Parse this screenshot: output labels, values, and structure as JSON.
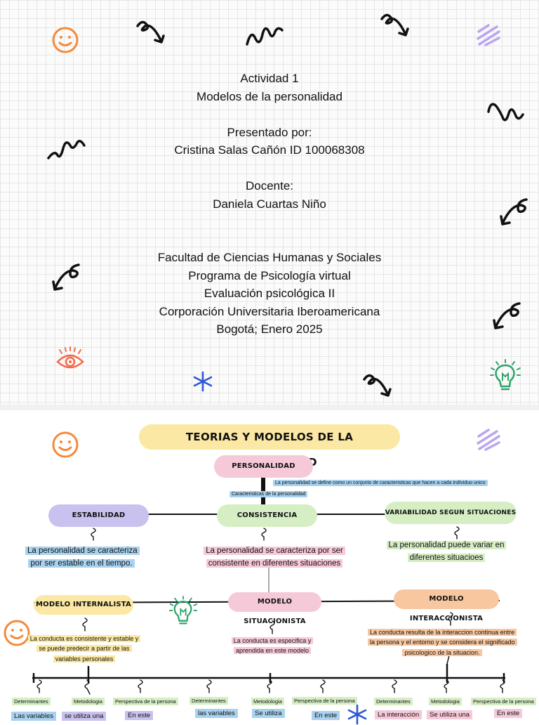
{
  "cover": {
    "lines": [
      "Actividad 1",
      "Modelos de la personalidad",
      "",
      "Presentado por:",
      "Cristina Salas Cañón ID 100068308",
      "",
      "Docente:",
      "Daniela Cuartas Niño",
      "",
      "",
      "Facultad de Ciencias Humanas y Sociales",
      "Programa de Psicología virtual",
      "Evaluación psicológica II",
      "Corporación Universitaria Iberoamericana",
      "Bogotá; Enero 2025"
    ]
  },
  "mindmap": {
    "title": "TEORIAS Y MODELOS DE LA PERSONALIDAD",
    "root": "PERSONALIDAD",
    "root_definition": "La personalidad se define como un conjunto de caracteristicas que hacen a cada individuo unico",
    "root_characteristics_tag": "Caracteristicas de la personalidad",
    "characteristics": [
      {
        "label": "ESTABILIDAD",
        "description": "La personalidad se caracteriza por ser estable en el tiempo.",
        "color": "#c9c2ef",
        "desc_color": "#a9d2ef"
      },
      {
        "label": "CONSISTENCIA",
        "description": "La personalidad se caracteriza por ser consistente en diferentes situaciones",
        "color": "#d6eec4",
        "desc_color": "#f6c9d8"
      },
      {
        "label": "VARIABILIDAD SEGUN SITUACIONES",
        "description": "La personalidad puede variar en diferentes situacioes",
        "color": "#d6eec4",
        "desc_color": "#d6eec4"
      }
    ],
    "models": [
      {
        "label": "MODELO INTERNALISTA",
        "description": "La conducta es consistente y estable y se puede predecir a partir de las variables personales",
        "color": "#fbe8a4",
        "desc_color": "#fbe8a4"
      },
      {
        "label": "MODELO SITUACIONISTA",
        "description": "La conducta es especifica y aprendida en este modelo",
        "color": "#f6c9d8",
        "desc_color": "#f6c9d8"
      },
      {
        "label": "MODELO INTERACCIONISTA",
        "description": "La conducta resulta de la interaccion continua entre la persona y el entorno y se considera el significado psicologico de la situacion.",
        "color": "#f8c79f",
        "desc_color": "#f8c79f"
      }
    ],
    "bottom_tags": [
      {
        "label": "Determinantes",
        "color": "#d6eec4"
      },
      {
        "label": "Metodologia",
        "color": "#d6eec4"
      },
      {
        "label": "Perspectiva de la persona",
        "color": "#d6eec4"
      },
      {
        "label": "Determinantes",
        "color": "#d6eec4"
      },
      {
        "label": "Metodologia",
        "color": "#d6eec4"
      },
      {
        "label": "Perspectiva de la persona",
        "color": "#d6eec4"
      },
      {
        "label": "Determinantes",
        "color": "#d6eec4"
      },
      {
        "label": "Metodologia",
        "color": "#d6eec4"
      },
      {
        "label": "Perspectiva de la persona",
        "color": "#d6eec4"
      }
    ],
    "bottom_texts": [
      {
        "label": "Las variables",
        "color": "#a9d2ef"
      },
      {
        "label": "se utiliza una",
        "color": "#c9c2ef"
      },
      {
        "label": "En este",
        "color": "#c9c2ef"
      },
      {
        "label": "las variables",
        "color": "#a9d2ef"
      },
      {
        "label": "Se utiliza",
        "color": "#a9d2ef"
      },
      {
        "label": "En este",
        "color": "#a9d2ef"
      },
      {
        "label": "La interacción",
        "color": "#f6c9d8"
      },
      {
        "label": "Se utiliza una",
        "color": "#f6c9d8"
      },
      {
        "label": "En este",
        "color": "#f6c9d8"
      }
    ]
  },
  "icons": [
    "smiley-icon",
    "squiggle-arrow-icon",
    "squiggle-icon",
    "curl-arrow-icon",
    "eye-icon",
    "lightbulb-icon",
    "sparkle-star-icon",
    "scribble-icon"
  ],
  "colors": {
    "orange": "#f58a3a",
    "purple": "#b9a6ef",
    "green": "#2fa36b",
    "blue": "#2a57d6",
    "yellow": "#fbe8a4"
  }
}
